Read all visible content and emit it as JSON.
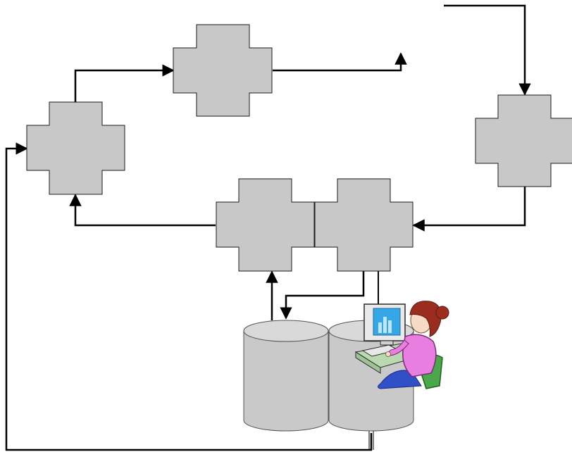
{
  "diagram": {
    "blocks": [
      {
        "id": "block-a"
      },
      {
        "id": "block-b"
      },
      {
        "id": "block-c"
      },
      {
        "id": "block-d"
      },
      {
        "id": "block-e"
      }
    ],
    "databases": [
      {
        "id": "db-left"
      },
      {
        "id": "db-right"
      }
    ],
    "user": {
      "icon": "user-at-computer-icon"
    },
    "colors": {
      "block_fill": "#c8c8c8",
      "block_stroke": "#1a1a1a",
      "db_fill": "#c9c9c9",
      "db_top": "#d9d9d9",
      "arrow": "#000000",
      "monitor_screen": "#35a6e6",
      "shirt": "#e87fe0",
      "hair": "#9b2d1e",
      "chair": "#4aa84a",
      "jeans": "#3050c8",
      "desk": "#b9d9b0",
      "skin": "#f6dcc6"
    }
  }
}
